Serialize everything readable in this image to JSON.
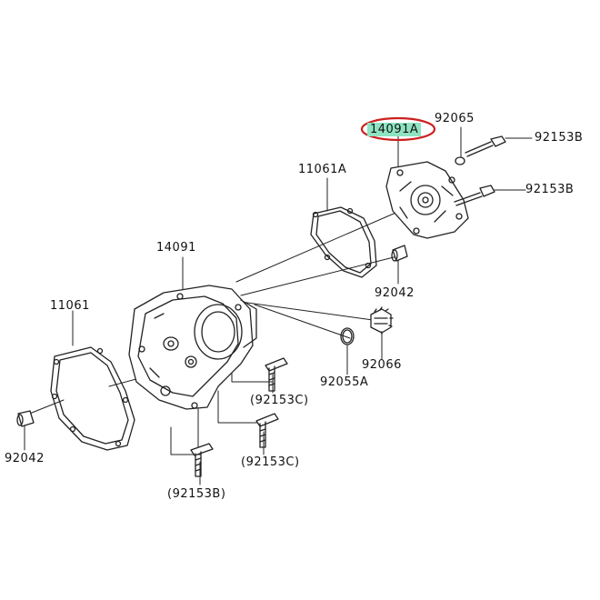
{
  "diagram": {
    "labels": {
      "p14091a": "14091A",
      "p92065": "92065",
      "p92153b_top": "92153B",
      "p92153b_mid": "92153B",
      "p11061a": "11061A",
      "p14091": "14091",
      "p92042_right": "92042",
      "p11061": "11061",
      "p92066": "92066",
      "p92055a": "92055A",
      "p92153c_upper": "(92153C)",
      "p92153c_lower": "(92153C)",
      "p92042_left": "92042",
      "p92153b_bottom": "(92153B)"
    },
    "highlight": {
      "ring_color": "#cc1f1f",
      "fill_color": "#8ee3c2"
    },
    "line_color": "#222222"
  }
}
